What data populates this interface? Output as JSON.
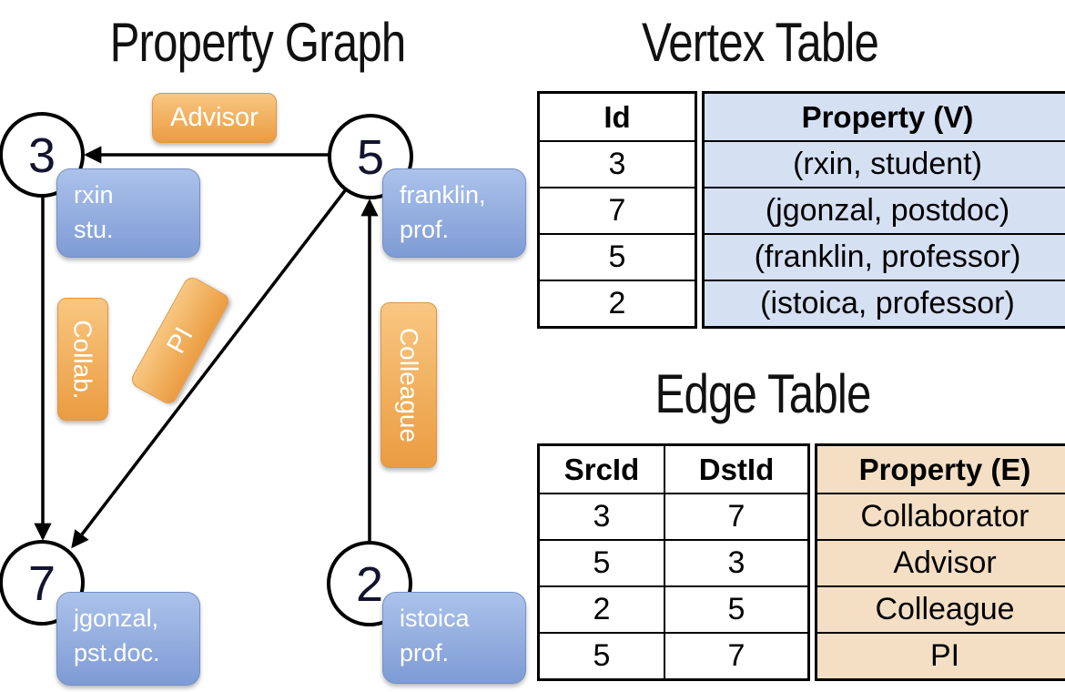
{
  "graph": {
    "title": "Property Graph",
    "nodes": [
      {
        "id": "3",
        "property": [
          "rxin",
          "stu."
        ]
      },
      {
        "id": "5",
        "property": [
          "franklin,",
          "prof."
        ]
      },
      {
        "id": "7",
        "property": [
          "jgonzal,",
          "pst.doc."
        ]
      },
      {
        "id": "2",
        "property": [
          "istoica",
          "prof."
        ]
      }
    ],
    "edges": [
      {
        "src": "5",
        "dst": "3",
        "label": "Advisor"
      },
      {
        "src": "3",
        "dst": "7",
        "label": "Collab."
      },
      {
        "src": "5",
        "dst": "7",
        "label": "PI"
      },
      {
        "src": "2",
        "dst": "5",
        "label": "Colleague"
      }
    ]
  },
  "vertex_table": {
    "title": "Vertex Table",
    "columns": {
      "id": "Id",
      "property": "Property (V)"
    },
    "rows": [
      {
        "id": "3",
        "property": "(rxin, student)"
      },
      {
        "id": "7",
        "property": "(jgonzal, postdoc)"
      },
      {
        "id": "5",
        "property": "(franklin, professor)"
      },
      {
        "id": "2",
        "property": "(istoica, professor)"
      }
    ]
  },
  "edge_table": {
    "title": "Edge Table",
    "columns": {
      "src": "SrcId",
      "dst": "DstId",
      "property": "Property (E)"
    },
    "rows": [
      {
        "src": "3",
        "dst": "7",
        "property": "Collaborator"
      },
      {
        "src": "5",
        "dst": "3",
        "property": "Advisor"
      },
      {
        "src": "2",
        "dst": "5",
        "property": "Colleague"
      },
      {
        "src": "5",
        "dst": "7",
        "property": "PI"
      }
    ]
  },
  "colors": {
    "vertex_fill": "#d5e0f3",
    "edge_fill": "#f4dfc5",
    "vertex_box_blue": "#8fa9db",
    "label_box_orange": "#f0a952",
    "line_black": "#000000"
  }
}
